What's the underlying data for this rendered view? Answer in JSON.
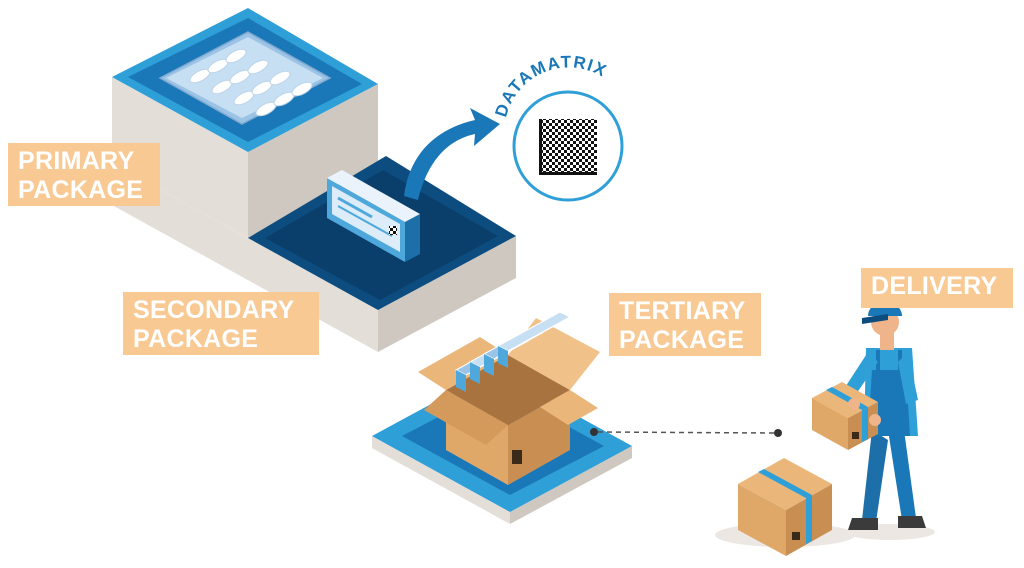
{
  "labels": {
    "primary": [
      "PRIMARY",
      "PACKAGE"
    ],
    "secondary": [
      "SECONDARY",
      "PACKAGE"
    ],
    "tertiary": [
      "TERTIARY",
      "PACKAGE"
    ],
    "delivery": "DELIVERY"
  },
  "datamatrix": {
    "text": "DATAMATRIX"
  },
  "colors": {
    "label_bg": "#f8c993",
    "label_text": "#ffffff",
    "blue_dark": "#0d4c7f",
    "blue_mid": "#1a78b8",
    "blue_light": "#2f9fd8",
    "cardboard": "#e0a868",
    "gray_side": "#ded8d2"
  },
  "icons": [
    "blister-pack-icon",
    "medicine-box-icon",
    "curved-arrow-icon",
    "datamatrix-code-icon",
    "cardboard-box-icon",
    "delivery-worker-icon"
  ]
}
